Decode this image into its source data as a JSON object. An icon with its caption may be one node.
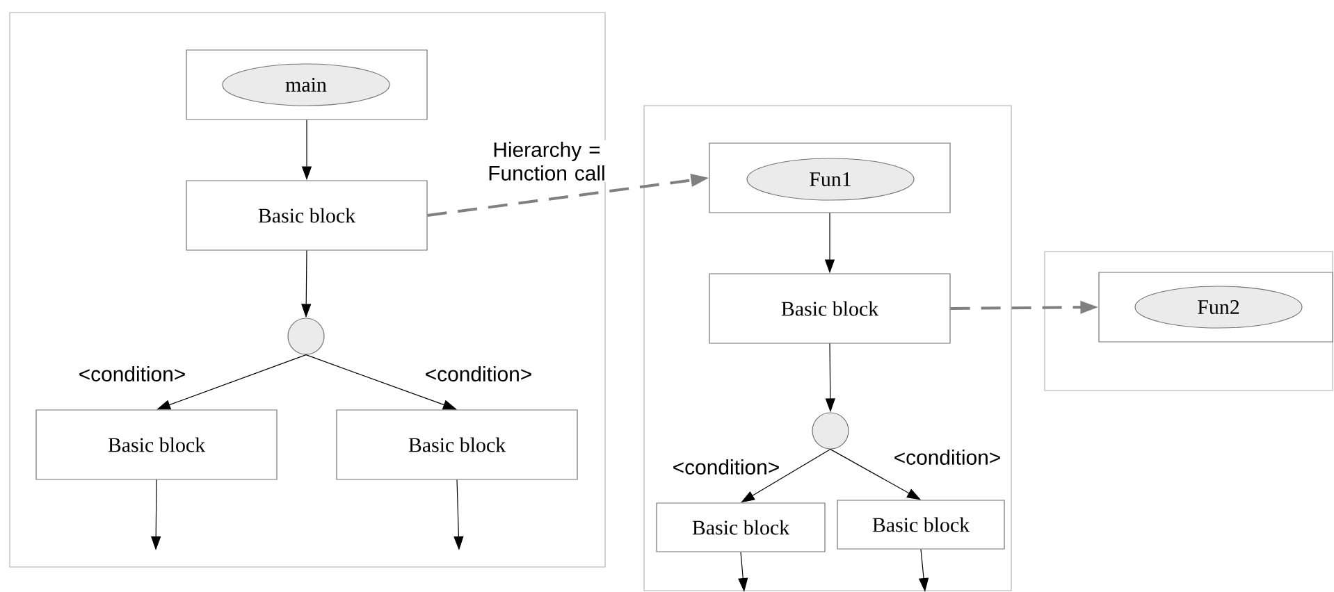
{
  "diagram": {
    "nodes": [
      {
        "text": [],
        "shape": "box"
      },
      {
        "text": [],
        "shape": "box",
        "in": 0
      },
      {
        "text": [
          "main"
        ],
        "in": 1
      },
      {
        "text": [
          "Basic block"
        ],
        "in": 0
      },
      {
        "text": [],
        "shape": "circle",
        "in": 0
      },
      {
        "text": [
          "Basic block"
        ],
        "in": 0
      },
      {
        "text": [
          "Basic block"
        ],
        "in": 0
      },
      {
        "text": [],
        "shape": "box"
      },
      {
        "text": [],
        "shape": "box",
        "in": 7
      },
      {
        "text": [
          "Fun1"
        ],
        "in": 8
      },
      {
        "text": [
          "Basic block"
        ],
        "in": 7
      },
      {
        "text": [],
        "shape": "circle",
        "in": 7
      },
      {
        "text": [
          "Basic block"
        ],
        "in": 7
      },
      {
        "text": [
          "Basic block"
        ],
        "in": 7
      },
      {
        "text": [],
        "shape": "box"
      },
      {
        "text": [],
        "shape": "box",
        "in": 14
      },
      {
        "text": [
          "Fun2"
        ],
        "in": 15
      }
    ],
    "edges": [
      {
        "from": 1,
        "to": 3,
        "arrow": "to"
      },
      {
        "from": 3,
        "to": 4,
        "arrow": "to"
      },
      {
        "from": 4,
        "to": 5,
        "arrow": "to",
        "label": "<condition>"
      },
      {
        "from": 4,
        "to": 6,
        "arrow": "to",
        "label": "<condition>"
      },
      {
        "from": 5,
        "to": null,
        "arrow": "to"
      },
      {
        "from": 6,
        "to": null,
        "arrow": "to"
      },
      {
        "from": 3,
        "to": 8,
        "arrow": "to",
        "label": "Hierarchy = Function call",
        "style": "dashed",
        "color": "#808080"
      },
      {
        "from": 8,
        "to": 10,
        "arrow": "to"
      },
      {
        "from": 10,
        "to": 11,
        "arrow": "to"
      },
      {
        "from": 11,
        "to": 12,
        "arrow": "to",
        "label": "<condition>"
      },
      {
        "from": 11,
        "to": 13,
        "arrow": "to",
        "label": "<condition>"
      },
      {
        "from": 12,
        "to": null,
        "arrow": "to"
      },
      {
        "from": 13,
        "to": null,
        "arrow": "to"
      },
      {
        "from": 10,
        "to": 15,
        "arrow": "to",
        "style": "dashed",
        "color": "#808080"
      }
    ]
  }
}
